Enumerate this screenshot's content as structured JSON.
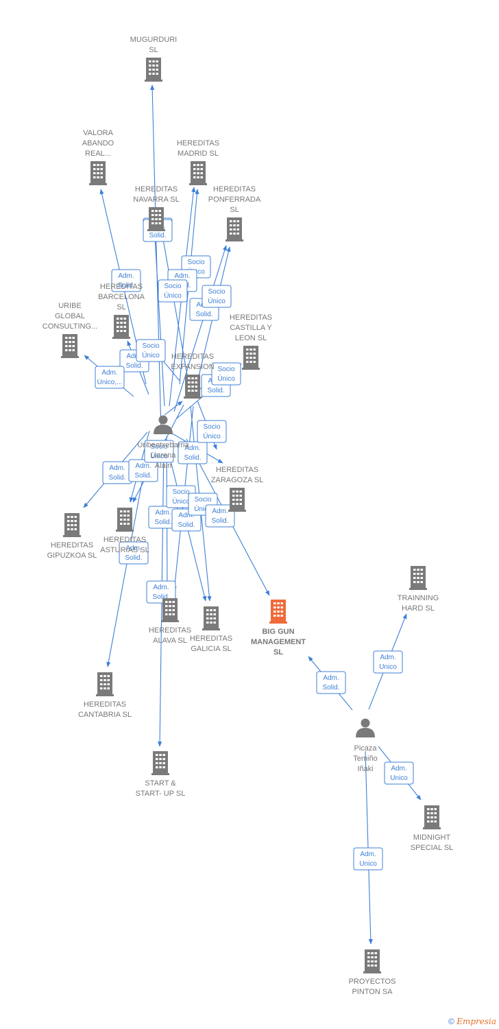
{
  "nodes": {
    "mugurduri": {
      "label": [
        "MUGURDURI",
        "SL"
      ],
      "type": "company"
    },
    "valora": {
      "label": [
        "VALORA",
        "ABANDO",
        "REAL..."
      ],
      "type": "company"
    },
    "madrid": {
      "label": [
        "HEREDITAS",
        "MADRID  SL"
      ],
      "type": "company"
    },
    "navarra": {
      "label": [
        "HEREDITAS",
        "NAVARRA  SL"
      ],
      "type": "company"
    },
    "ponferrada": {
      "label": [
        "HEREDITAS",
        "PONFERRADA",
        "SL"
      ],
      "type": "company"
    },
    "barcelona": {
      "label": [
        "HEREDITAS",
        "BARCELONA",
        "SL"
      ],
      "type": "company"
    },
    "uribe": {
      "label": [
        "URIBE",
        "GLOBAL",
        "CONSULTING..."
      ],
      "type": "company"
    },
    "castilla": {
      "label": [
        "HEREDITAS",
        "CASTILLA Y",
        "LEON  SL"
      ],
      "type": "company"
    },
    "expansion": {
      "label": [
        "HEREDITAS",
        "EXPANSION"
      ],
      "type": "company"
    },
    "alain": {
      "label": [
        "Uribeetxebarria",
        "Llarena",
        "Alain"
      ],
      "type": "person"
    },
    "zaragoza": {
      "label": [
        "HEREDITAS",
        "ZARAGOZA  SL"
      ],
      "type": "company"
    },
    "gipuzkoa": {
      "label": [
        "HEREDITAS",
        "GIPUZKOA  SL"
      ],
      "type": "company"
    },
    "asturias": {
      "label": [
        "HEREDITAS",
        "ASTURIAS  SL"
      ],
      "type": "company"
    },
    "alava": {
      "label": [
        "HEREDITAS",
        "ALAVA  SL"
      ],
      "type": "company"
    },
    "galicia": {
      "label": [
        "HEREDITAS",
        "GALICIA  SL"
      ],
      "type": "company"
    },
    "biggun": {
      "label": [
        "BIG GUN",
        "MANAGEMENT",
        "SL"
      ],
      "type": "focus"
    },
    "trainning": {
      "label": [
        "TRAINNING",
        "HARD  SL"
      ],
      "type": "company"
    },
    "cantabria": {
      "label": [
        "HEREDITAS",
        "CANTABRIA  SL"
      ],
      "type": "company"
    },
    "picaza": {
      "label": [
        "Picaza",
        "Temiño",
        "Iñaki"
      ],
      "type": "person"
    },
    "startup": {
      "label": [
        "START &",
        "START- UP  SL"
      ],
      "type": "company"
    },
    "midnight": {
      "label": [
        "MIDNIGHT",
        "SPECIAL  SL"
      ],
      "type": "company"
    },
    "pinton": {
      "label": [
        "PROYECTOS",
        "PINTON SA"
      ],
      "type": "company"
    }
  },
  "edges": [
    {
      "from": "alain",
      "to": "mugurduri",
      "label": [
        "Adm.",
        "Solid."
      ]
    },
    {
      "from": "alain",
      "to": "valora",
      "label": [
        "Adm.",
        "Solid."
      ]
    },
    {
      "from": "alain",
      "to": "madrid",
      "label": [
        "Socio",
        "Único"
      ]
    },
    {
      "from": "expansion",
      "to": "madrid",
      "label": [
        "Adm.",
        "Solid."
      ]
    },
    {
      "from": "alain",
      "to": "navarra",
      "label": [
        "Adm.",
        "Solid."
      ]
    },
    {
      "from": "expansion",
      "to": "navarra",
      "label": [
        "Socio",
        "Único"
      ]
    },
    {
      "from": "alain",
      "to": "ponferrada",
      "label": [
        "Adm.",
        "Solid."
      ]
    },
    {
      "from": "expansion",
      "to": "ponferrada",
      "label": [
        "Socio",
        "Único"
      ]
    },
    {
      "from": "alain",
      "to": "barcelona",
      "label": [
        "Adm.",
        "Solid."
      ]
    },
    {
      "from": "expansion",
      "to": "barcelona",
      "label": [
        "Socio",
        "Único"
      ]
    },
    {
      "from": "alain",
      "to": "uribe",
      "label": [
        "Adm.",
        "Unico,..."
      ]
    },
    {
      "from": "alain",
      "to": "castilla",
      "label": [
        "Adm.",
        "Solid."
      ]
    },
    {
      "from": "expansion",
      "to": "castilla",
      "label": [
        "Socio",
        "Único"
      ]
    },
    {
      "from": "alain",
      "to": "expansion",
      "label": []
    },
    {
      "from": "alain",
      "to": "zaragoza",
      "label": [
        "Adm.",
        "Solid."
      ]
    },
    {
      "from": "expansion",
      "to": "zaragoza",
      "label": [
        "Socio",
        "Único"
      ]
    },
    {
      "from": "alain",
      "to": "gipuzkoa",
      "label": [
        "Adm.",
        "Solid."
      ]
    },
    {
      "from": "alain",
      "to": "asturias",
      "label": [
        "Adm.",
        "Solid."
      ]
    },
    {
      "from": "expansion",
      "to": "asturias",
      "label": [
        "Socio",
        "Único"
      ]
    },
    {
      "from": "alain",
      "to": "alava",
      "label": [
        "Adm.",
        "Solid."
      ]
    },
    {
      "from": "expansion",
      "to": "alava",
      "label": [
        "Socio",
        "Único"
      ]
    },
    {
      "from": "alain",
      "to": "galicia",
      "label": [
        "Adm.",
        "Solid."
      ]
    },
    {
      "from": "expansion",
      "to": "galicia",
      "label": [
        "Socio",
        "Único"
      ]
    },
    {
      "from": "alain",
      "to": "biggun",
      "label": [
        "Adm.",
        "Solid."
      ]
    },
    {
      "from": "alain",
      "to": "cantabria",
      "label": [
        "Adm.",
        "Solid."
      ]
    },
    {
      "from": "alain",
      "to": "startup",
      "label": [
        "Adm.",
        "Solid."
      ]
    },
    {
      "from": "picaza",
      "to": "biggun",
      "label": [
        "Adm.",
        "Solid."
      ]
    },
    {
      "from": "picaza",
      "to": "trainning",
      "label": [
        "Adm.",
        "Unico"
      ]
    },
    {
      "from": "picaza",
      "to": "midnight",
      "label": [
        "Adm.",
        "Unico"
      ]
    },
    {
      "from": "picaza",
      "to": "pinton",
      "label": [
        "Adm.",
        "Unico"
      ]
    }
  ],
  "colors": {
    "company": "#7a7a7a",
    "focus": "#f06a3a",
    "person": "#7a7a7a",
    "edge": "#3d7fd6"
  },
  "footer": {
    "copyright": "©",
    "brand": "Empresia"
  }
}
